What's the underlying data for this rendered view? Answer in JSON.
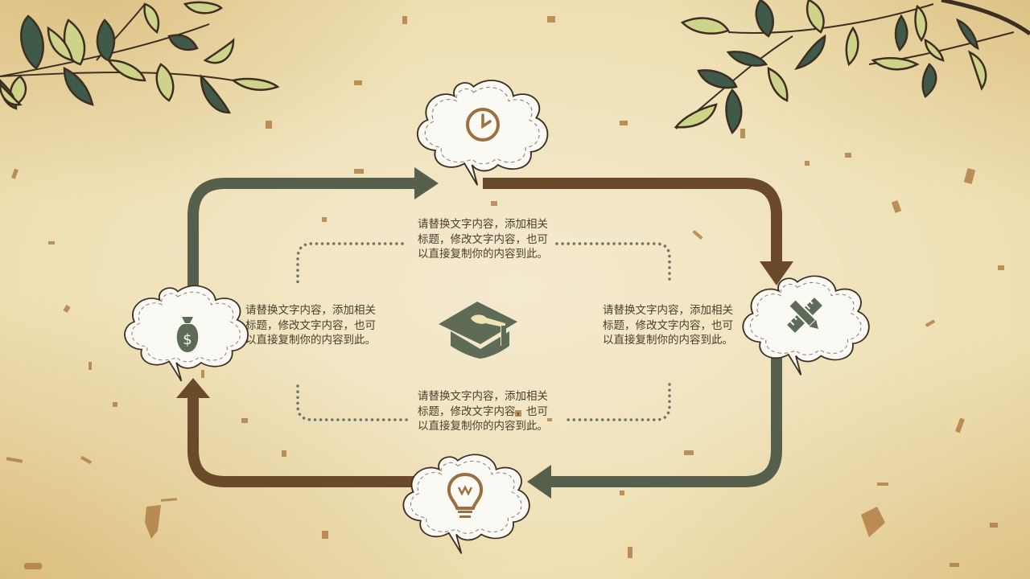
{
  "colors": {
    "background": "#efe2b3",
    "arrow_green": "#555f4b",
    "arrow_brown": "#6b4a2b",
    "icon_green": "#5e6b57",
    "icon_brown": "#9a7040",
    "dotted": "#6e7566",
    "text": "#4a4030"
  },
  "center_icon": "graduation-cap-icon",
  "nodes": [
    {
      "position": "top",
      "icon": "clock-icon"
    },
    {
      "position": "right",
      "icon": "pencil-ruler-icon"
    },
    {
      "position": "bottom",
      "icon": "lightbulb-icon"
    },
    {
      "position": "left",
      "icon": "money-bag-icon",
      "icon_glyph": "$"
    }
  ],
  "texts": {
    "top": "请替换文字内容，添加相关标题，修改文字内容，也可以直接复制你的内容到此。",
    "right": "请替换文字内容，添加相关标题，修改文字内容，也可以直接复制你的内容到此。",
    "bottom": "请替换文字内容，添加相关标题，修改文字内容，也可以直接复制你的内容到此。",
    "left": "请替换文字内容，添加相关标题，修改文字内容，也可以直接复制你的内容到此。"
  }
}
